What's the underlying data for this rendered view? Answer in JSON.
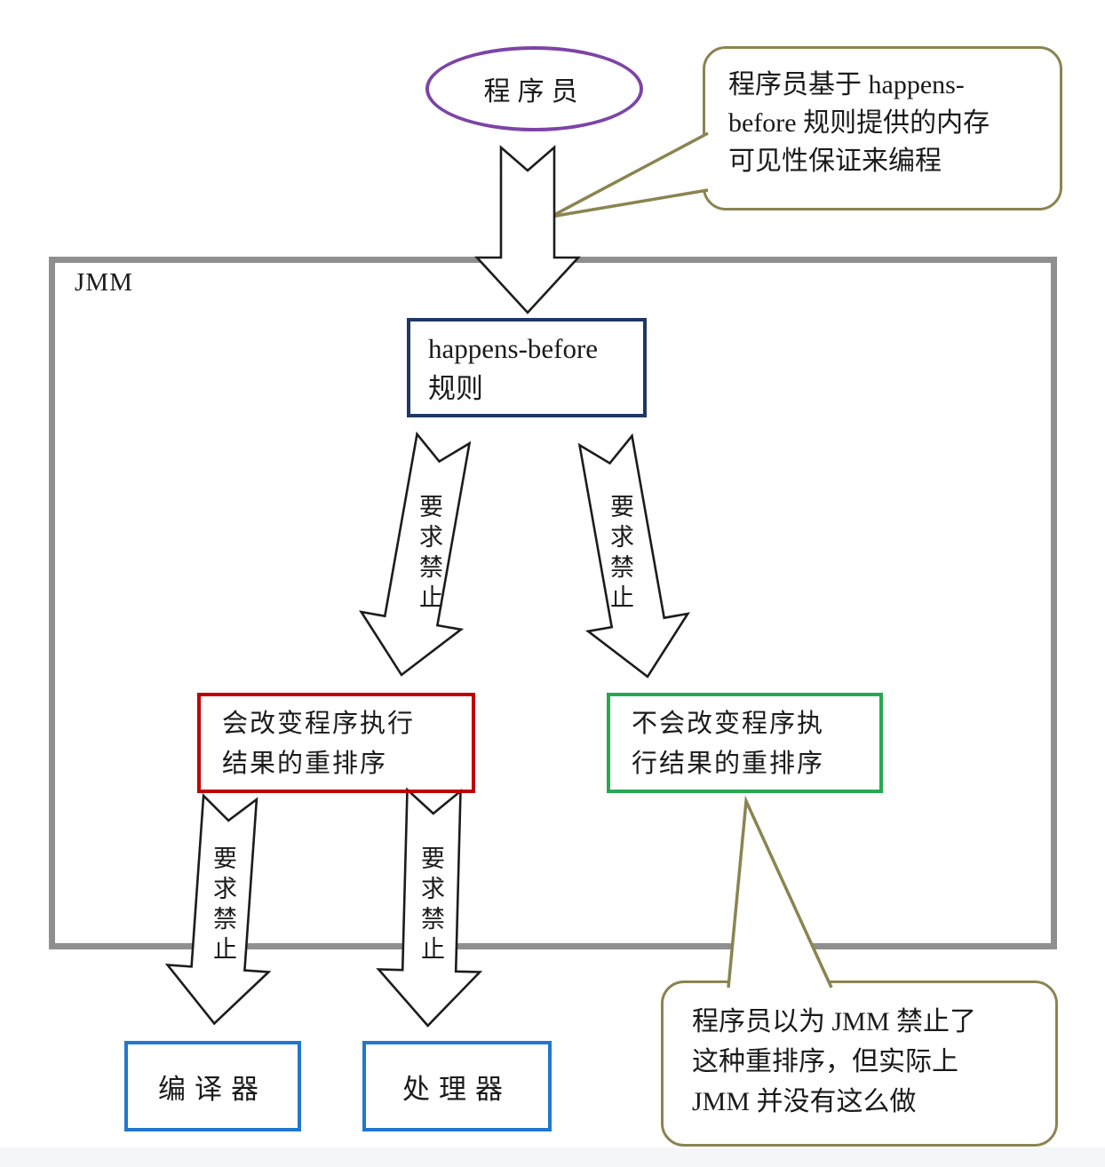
{
  "colors": {
    "ellipse_border": "#7d44a5",
    "callout_border": "#8a8450",
    "container_border": "#8f8f8f",
    "hb_box_border": "#1f3864",
    "red_box_border": "#c00000",
    "green_box_border": "#27a853",
    "blue_box_border": "#2177cf",
    "arrow_outline": "#1c1c1c",
    "text": "#1a1a1a"
  },
  "ellipse": {
    "label": "程序员"
  },
  "container": {
    "label": "JMM"
  },
  "callout_top": {
    "lines": [
      "程序员基于 happens-",
      "before 规则提供的内存",
      "可见性保证来编程"
    ]
  },
  "callout_bottom": {
    "lines": [
      "程序员以为 JMM 禁止了",
      "这种重排序，但实际上",
      "JMM 并没有这么做"
    ]
  },
  "hb_box": {
    "lines": [
      "happens-before",
      "规则"
    ]
  },
  "red_box": {
    "lines": [
      "会改变程序执行",
      "结果的重排序"
    ]
  },
  "green_box": {
    "lines": [
      "不会改变程序执",
      "行结果的重排序"
    ]
  },
  "compiler_box": {
    "label": "编译器"
  },
  "processor_box": {
    "label": "处理器"
  },
  "arrows": {
    "label": "要求禁止"
  }
}
